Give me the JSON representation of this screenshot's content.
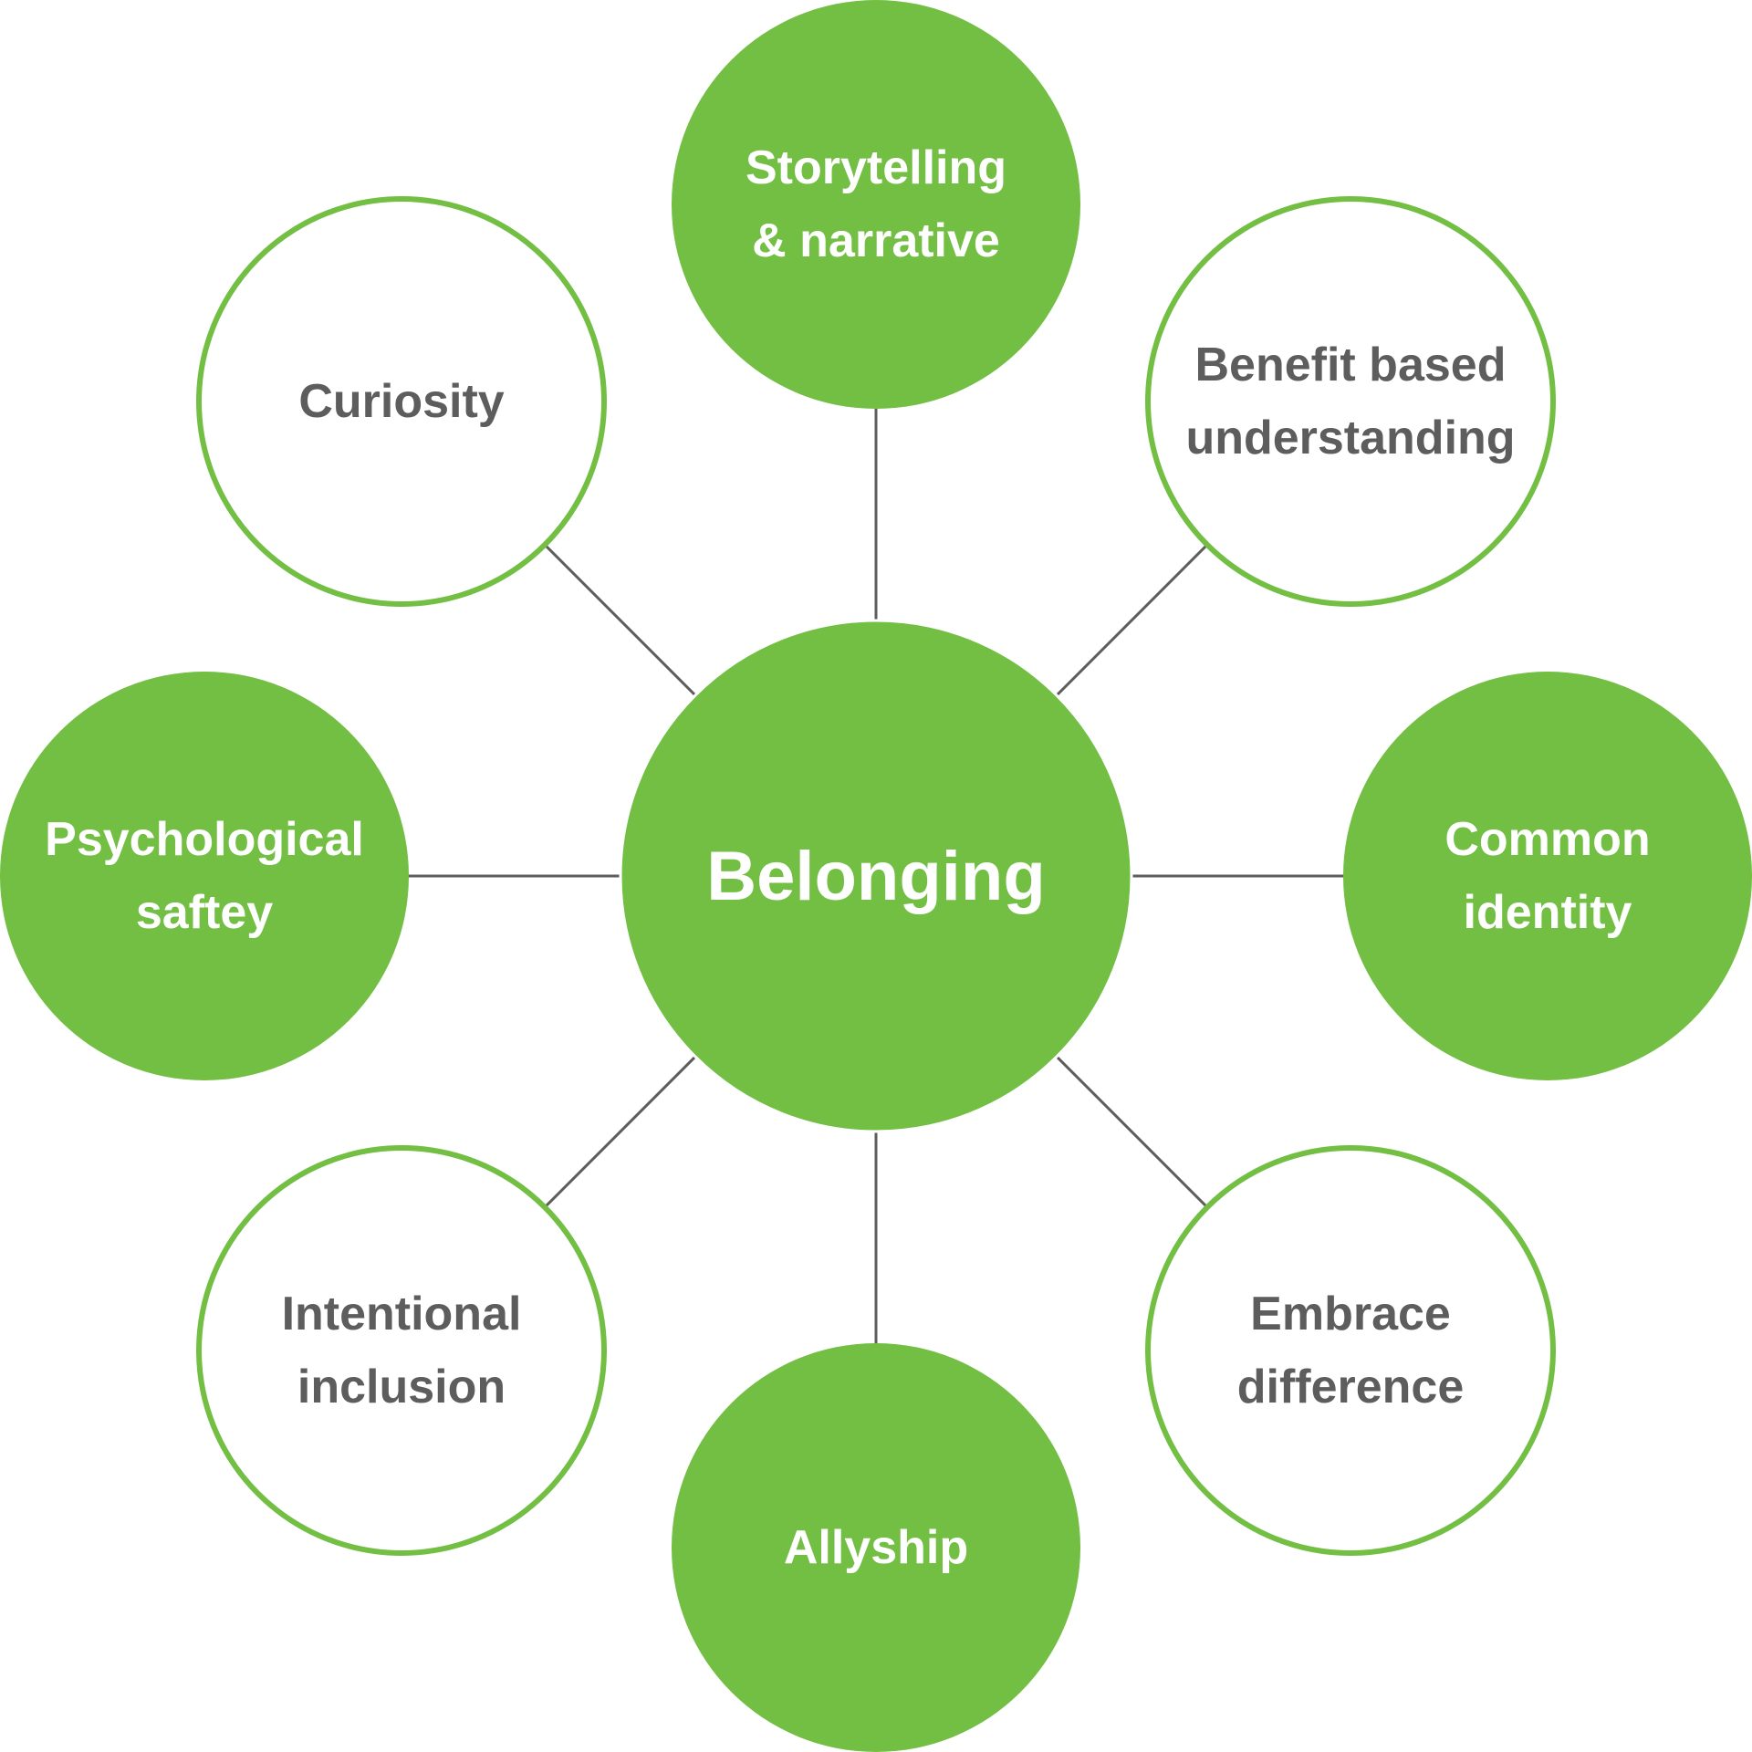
{
  "colors": {
    "accent_green": "#72bf44",
    "dark_text": "#5d5d5d",
    "light_text": "#ffffff",
    "connector": "#5d5d5d",
    "background": "#ffffff"
  },
  "center": {
    "lines": [
      "Belonging"
    ]
  },
  "nodes": [
    {
      "id": "storytelling",
      "style": "filled",
      "lines": [
        "Storytelling",
        "& narrative"
      ]
    },
    {
      "id": "benefit",
      "style": "outline",
      "lines": [
        "Benefit based",
        "understanding"
      ]
    },
    {
      "id": "common",
      "style": "filled",
      "lines": [
        "Common",
        "identity"
      ]
    },
    {
      "id": "embrace",
      "style": "outline",
      "lines": [
        "Embrace",
        "difference"
      ]
    },
    {
      "id": "allyship",
      "style": "filled",
      "lines": [
        "Allyship"
      ]
    },
    {
      "id": "intentional",
      "style": "outline",
      "lines": [
        "Intentional",
        "inclusion"
      ]
    },
    {
      "id": "psychological",
      "style": "filled",
      "lines": [
        "Psychological",
        "saftey"
      ]
    },
    {
      "id": "curiosity",
      "style": "outline",
      "lines": [
        "Curiosity"
      ]
    }
  ]
}
